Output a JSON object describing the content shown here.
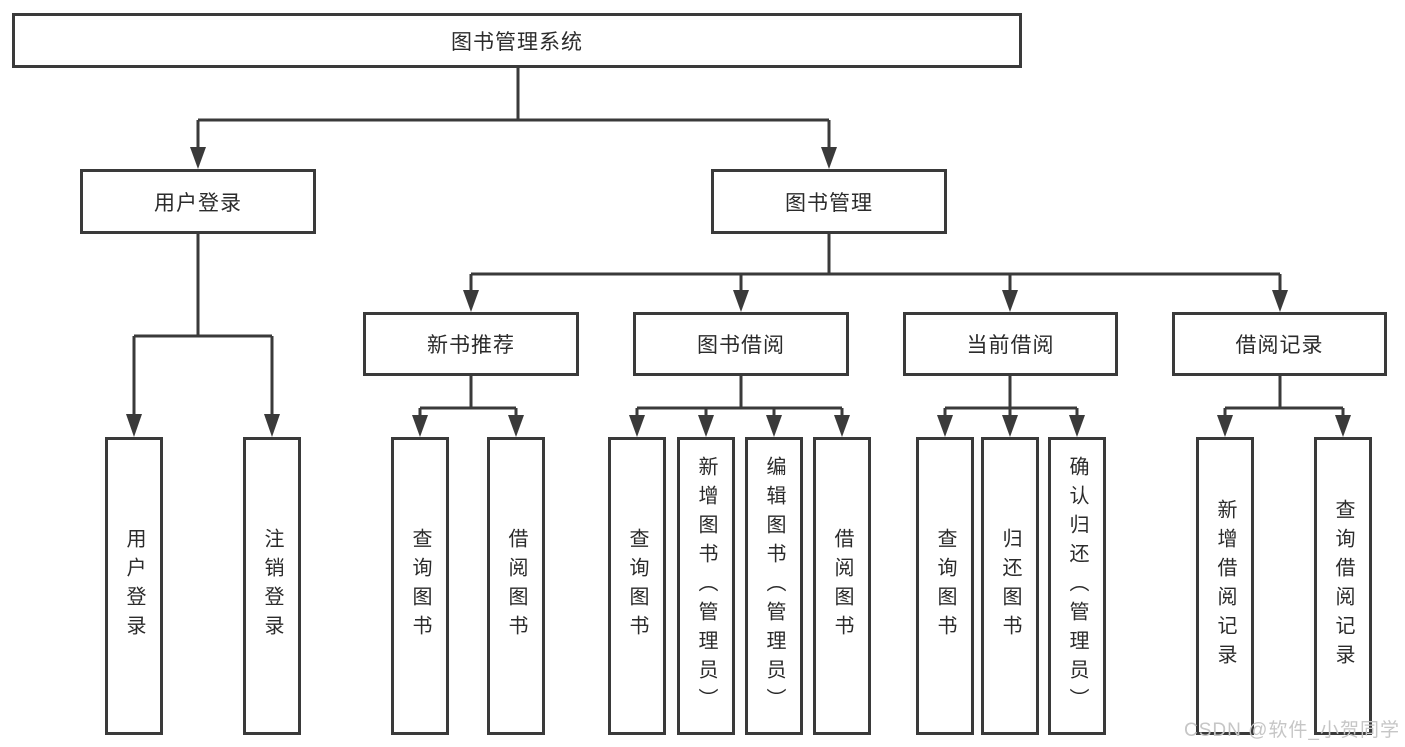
{
  "diagram": {
    "root": {
      "label": "图书管理系统"
    },
    "branches": [
      {
        "label": "用户登录",
        "children": [
          {
            "label": "用户登录"
          },
          {
            "label": "注销登录"
          }
        ]
      },
      {
        "label": "图书管理",
        "children": [
          {
            "label": "新书推荐",
            "children": [
              {
                "label": "查询图书"
              },
              {
                "label": "借阅图书"
              }
            ]
          },
          {
            "label": "图书借阅",
            "children": [
              {
                "label": "查询图书"
              },
              {
                "label": "新增图书（管理员）"
              },
              {
                "label": "编辑图书（管理员）"
              },
              {
                "label": "借阅图书"
              }
            ]
          },
          {
            "label": "当前借阅",
            "children": [
              {
                "label": "查询图书"
              },
              {
                "label": "归还图书"
              },
              {
                "label": "确认归还（管理员）"
              }
            ]
          },
          {
            "label": "借阅记录",
            "children": [
              {
                "label": "新增借阅记录"
              },
              {
                "label": "查询借阅记录"
              }
            ]
          }
        ]
      }
    ]
  },
  "watermark": {
    "text": "CSDN @软件_小贺同学",
    "color": "#c6c6c6"
  },
  "colors": {
    "line": "#3a3a3a",
    "text": "#2b2b2b",
    "background": "#ffffff"
  }
}
